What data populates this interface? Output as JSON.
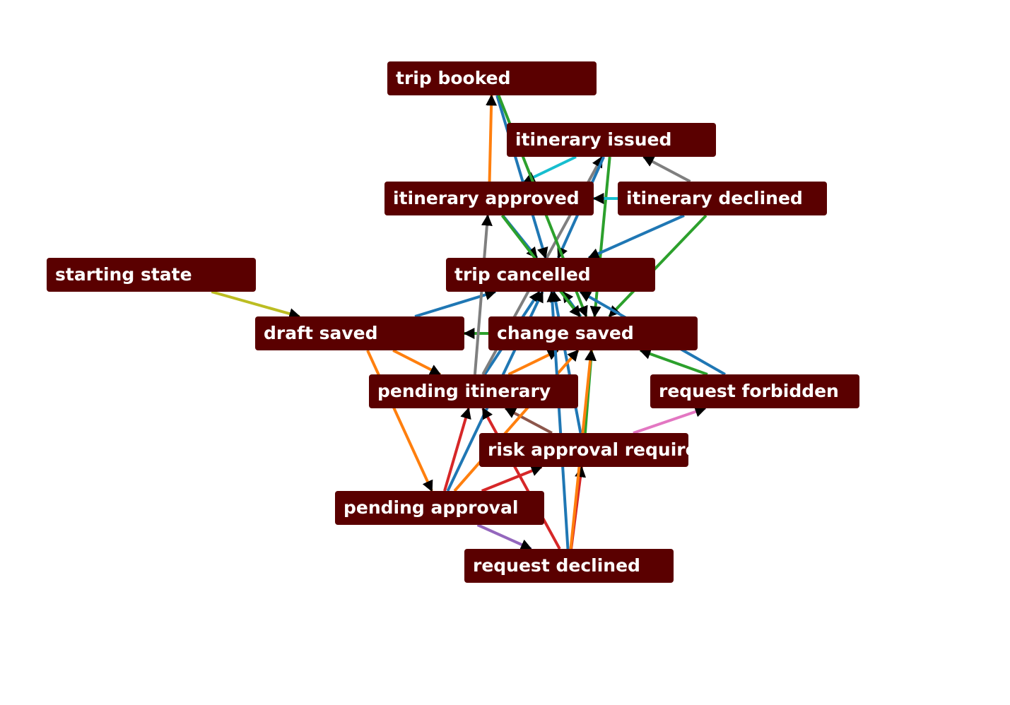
{
  "diagram": {
    "type": "state-transition-graph",
    "nodes": [
      {
        "id": "trip_booked",
        "label": "trip booked"
      },
      {
        "id": "itinerary_issued",
        "label": "itinerary issued"
      },
      {
        "id": "itinerary_approved",
        "label": "itinerary approved"
      },
      {
        "id": "itinerary_declined",
        "label": "itinerary declined"
      },
      {
        "id": "starting_state",
        "label": "starting state"
      },
      {
        "id": "trip_cancelled",
        "label": "trip cancelled"
      },
      {
        "id": "draft_saved",
        "label": "draft saved"
      },
      {
        "id": "change_saved",
        "label": "change saved"
      },
      {
        "id": "pending_itinerary",
        "label": "pending itinerary"
      },
      {
        "id": "request_forbidden",
        "label": "request forbidden"
      },
      {
        "id": "risk_approval_required",
        "label": "risk approval required"
      },
      {
        "id": "pending_approval",
        "label": "pending approval"
      },
      {
        "id": "request_declined",
        "label": "request declined"
      }
    ],
    "edges": [
      {
        "from": "starting_state",
        "to": "draft_saved",
        "color": "#bcbd22"
      },
      {
        "from": "draft_saved",
        "to": "pending_itinerary",
        "color": "#ff7f0e"
      },
      {
        "from": "draft_saved",
        "to": "pending_approval",
        "color": "#ff7f0e"
      },
      {
        "from": "draft_saved",
        "to": "trip_cancelled",
        "color": "#1f77b4"
      },
      {
        "from": "change_saved",
        "to": "draft_saved",
        "color": "#2ca02c"
      },
      {
        "from": "change_saved",
        "to": "trip_cancelled",
        "color": "#1f77b4"
      },
      {
        "from": "pending_itinerary",
        "to": "change_saved",
        "color": "#ff7f0e"
      },
      {
        "from": "pending_itinerary",
        "to": "itinerary_approved",
        "color": "#7f7f7f"
      },
      {
        "from": "pending_itinerary",
        "to": "trip_cancelled",
        "color": "#1f77b4"
      },
      {
        "from": "pending_itinerary",
        "to": "itinerary_issued",
        "color": "#7f7f7f"
      },
      {
        "from": "itinerary_approved",
        "to": "trip_booked",
        "color": "#ff7f0e"
      },
      {
        "from": "itinerary_approved",
        "to": "trip_cancelled",
        "color": "#1f77b4"
      },
      {
        "from": "itinerary_approved",
        "to": "change_saved",
        "color": "#2ca02c"
      },
      {
        "from": "itinerary_issued",
        "to": "itinerary_approved",
        "color": "#17becf"
      },
      {
        "from": "itinerary_issued",
        "to": "change_saved",
        "color": "#2ca02c"
      },
      {
        "from": "itinerary_issued",
        "to": "trip_cancelled",
        "color": "#1f77b4"
      },
      {
        "from": "itinerary_declined",
        "to": "itinerary_issued",
        "color": "#7f7f7f"
      },
      {
        "from": "itinerary_declined",
        "to": "itinerary_approved",
        "color": "#17becf"
      },
      {
        "from": "itinerary_declined",
        "to": "trip_cancelled",
        "color": "#1f77b4"
      },
      {
        "from": "itinerary_declined",
        "to": "change_saved",
        "color": "#2ca02c"
      },
      {
        "from": "trip_booked",
        "to": "trip_cancelled",
        "color": "#1f77b4"
      },
      {
        "from": "trip_booked",
        "to": "change_saved",
        "color": "#2ca02c"
      },
      {
        "from": "request_forbidden",
        "to": "change_saved",
        "color": "#2ca02c"
      },
      {
        "from": "request_forbidden",
        "to": "trip_cancelled",
        "color": "#1f77b4"
      },
      {
        "from": "risk_approval_required",
        "to": "request_forbidden",
        "color": "#e377c2"
      },
      {
        "from": "risk_approval_required",
        "to": "pending_itinerary",
        "color": "#8c564b"
      },
      {
        "from": "risk_approval_required",
        "to": "trip_cancelled",
        "color": "#1f77b4"
      },
      {
        "from": "risk_approval_required",
        "to": "change_saved",
        "color": "#2ca02c"
      },
      {
        "from": "pending_approval",
        "to": "pending_itinerary",
        "color": "#d62728"
      },
      {
        "from": "pending_approval",
        "to": "risk_approval_required",
        "color": "#d62728"
      },
      {
        "from": "pending_approval",
        "to": "request_declined",
        "color": "#9467bd"
      },
      {
        "from": "pending_approval",
        "to": "trip_cancelled",
        "color": "#1f77b4"
      },
      {
        "from": "pending_approval",
        "to": "change_saved",
        "color": "#ff7f0e"
      },
      {
        "from": "request_declined",
        "to": "pending_itinerary",
        "color": "#d62728"
      },
      {
        "from": "request_declined",
        "to": "risk_approval_required",
        "color": "#d62728"
      },
      {
        "from": "request_declined",
        "to": "trip_cancelled",
        "color": "#1f77b4"
      },
      {
        "from": "request_declined",
        "to": "change_saved",
        "color": "#ff7f0e"
      }
    ],
    "colors": {
      "node_fill": "#5a0000",
      "node_text": "#ffffff",
      "arrowhead": "#000000"
    }
  }
}
